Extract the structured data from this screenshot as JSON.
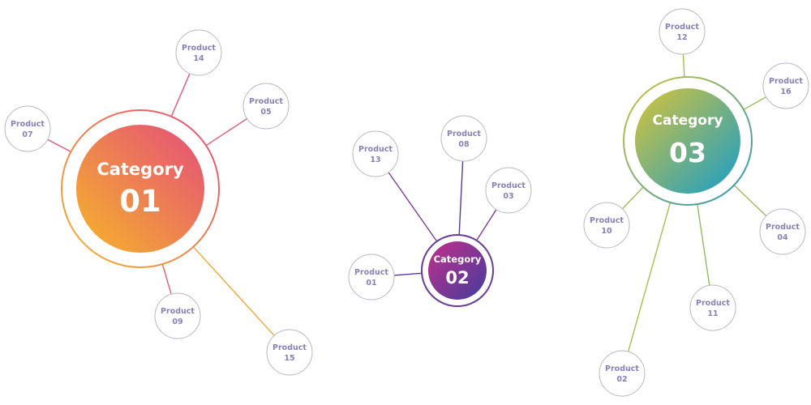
{
  "colors": {
    "product_text": "#8a80b8",
    "product_border": "#b9b9c6",
    "cat1_from": "#f6b52a",
    "cat1_to": "#e44d7a",
    "cat2_from": "#bf2f8a",
    "cat2_to": "#4a3a9c",
    "cat3_from": "#d6c13a",
    "cat3_to": "#1aa0c8"
  },
  "categories": [
    {
      "title": "Category",
      "number": "01",
      "products": [
        {
          "label": "Product",
          "number": "14"
        },
        {
          "label": "Product",
          "number": "05"
        },
        {
          "label": "Product",
          "number": "07"
        },
        {
          "label": "Product",
          "number": "09"
        },
        {
          "label": "Product",
          "number": "15"
        }
      ]
    },
    {
      "title": "Category",
      "number": "02",
      "products": [
        {
          "label": "Product",
          "number": "13"
        },
        {
          "label": "Product",
          "number": "08"
        },
        {
          "label": "Product",
          "number": "03"
        },
        {
          "label": "Product",
          "number": "01"
        }
      ]
    },
    {
      "title": "Category",
      "number": "03",
      "products": [
        {
          "label": "Product",
          "number": "12"
        },
        {
          "label": "Product",
          "number": "16"
        },
        {
          "label": "Product",
          "number": "10"
        },
        {
          "label": "Product",
          "number": "04"
        },
        {
          "label": "Product",
          "number": "11"
        },
        {
          "label": "Product",
          "number": "02"
        }
      ]
    }
  ]
}
